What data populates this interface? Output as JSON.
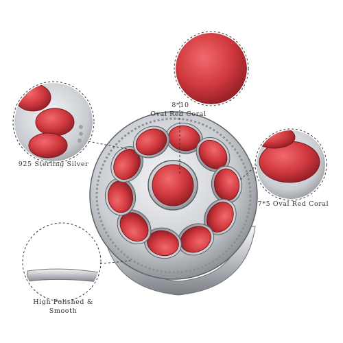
{
  "callouts": {
    "center_stone": {
      "line1": "8*10",
      "line2": "Oval Red Coral"
    },
    "petal_stone": {
      "label": "7*5 Oval Red Coral"
    },
    "metal": {
      "label": "925 Sterling Silver"
    },
    "band": {
      "line1": "High Polished &",
      "line2": "Smooth"
    }
  },
  "colors": {
    "coral": "#d23a3f",
    "coral_dark": "#8e1d24",
    "silver": "#c9ccd1",
    "silver_dark": "#6f7378",
    "callout_line": "#333333"
  }
}
